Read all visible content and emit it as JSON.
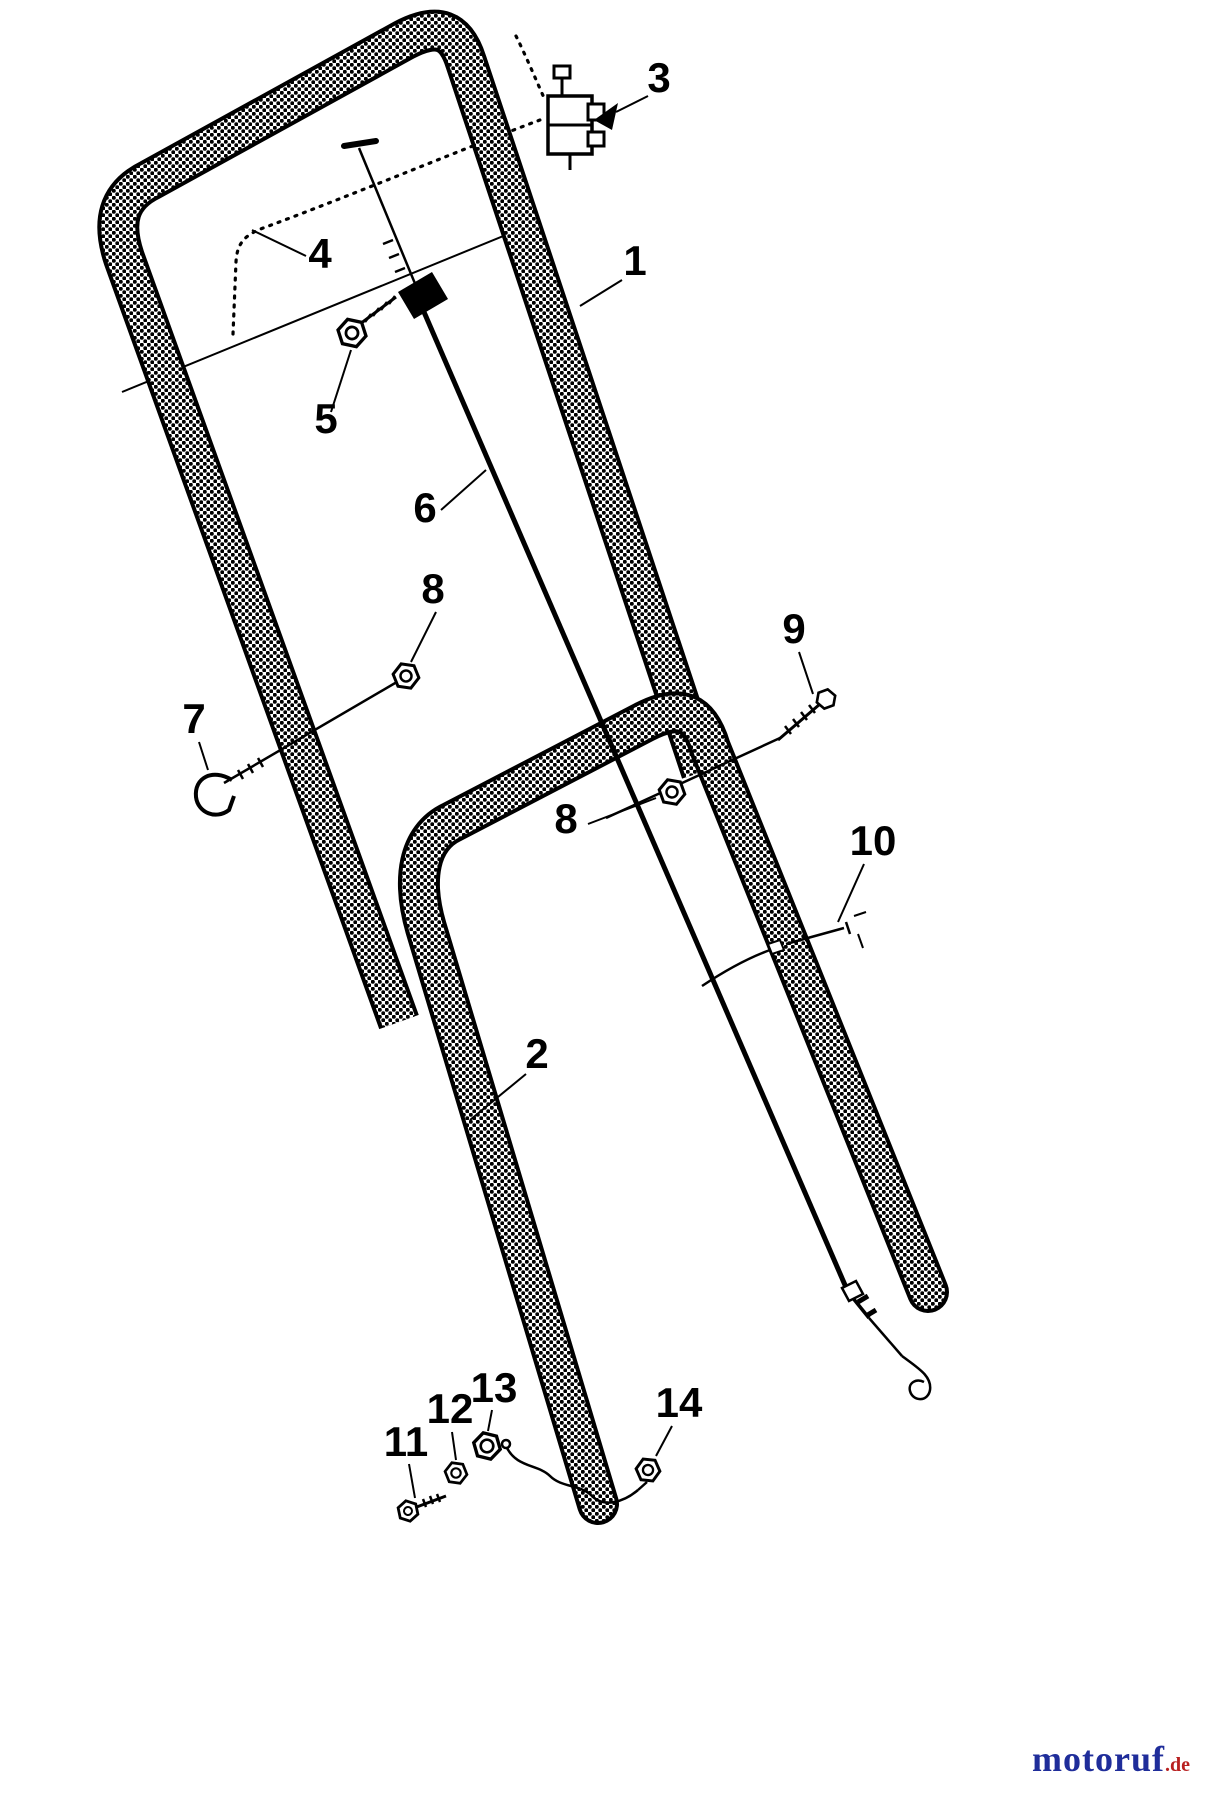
{
  "colors": {
    "ink": "#000000",
    "paper": "#ffffff",
    "brand_blue": "#1f2d9a",
    "brand_red": "#b82020"
  },
  "callouts": [
    {
      "num": "3"
    },
    {
      "num": "4"
    },
    {
      "num": "1"
    },
    {
      "num": "5"
    },
    {
      "num": "6"
    },
    {
      "num": "8"
    },
    {
      "num": "7"
    },
    {
      "num": "9"
    },
    {
      "num": "8"
    },
    {
      "num": "10"
    },
    {
      "num": "2"
    },
    {
      "num": "11"
    },
    {
      "num": "12"
    },
    {
      "num": "13"
    },
    {
      "num": "14"
    }
  ],
  "watermark": {
    "brand": "motoruf",
    "tld": ".de"
  }
}
